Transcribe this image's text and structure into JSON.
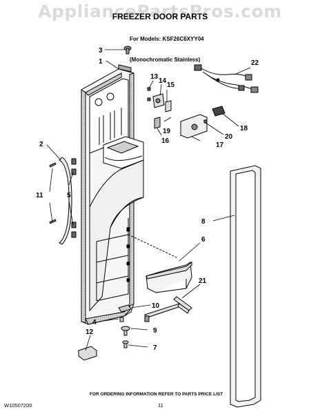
{
  "watermark": "AppliancePartsPros.com",
  "title": "FREEZER DOOR PARTS",
  "models_line1": "For Models: KSF26C6XYY04",
  "models_line2": "(Monochromatic Stainless)",
  "callouts": {
    "c1": "1",
    "c2": "2",
    "c3": "3",
    "c4": "4",
    "c5": "5",
    "c6": "6",
    "c7": "7",
    "c8": "8",
    "c9": "9",
    "c10": "10",
    "c11": "11",
    "c12": "12",
    "c13": "13",
    "c14": "14",
    "c15": "15",
    "c16": "16",
    "c17": "17",
    "c18": "18",
    "c19": "19",
    "c20": "20",
    "c21": "21",
    "c22": "22"
  },
  "footer_note": "FOR ORDERING INFORMATION REFER TO PARTS PRICE LIST",
  "doc_number": "W10507200",
  "page_number": "11"
}
